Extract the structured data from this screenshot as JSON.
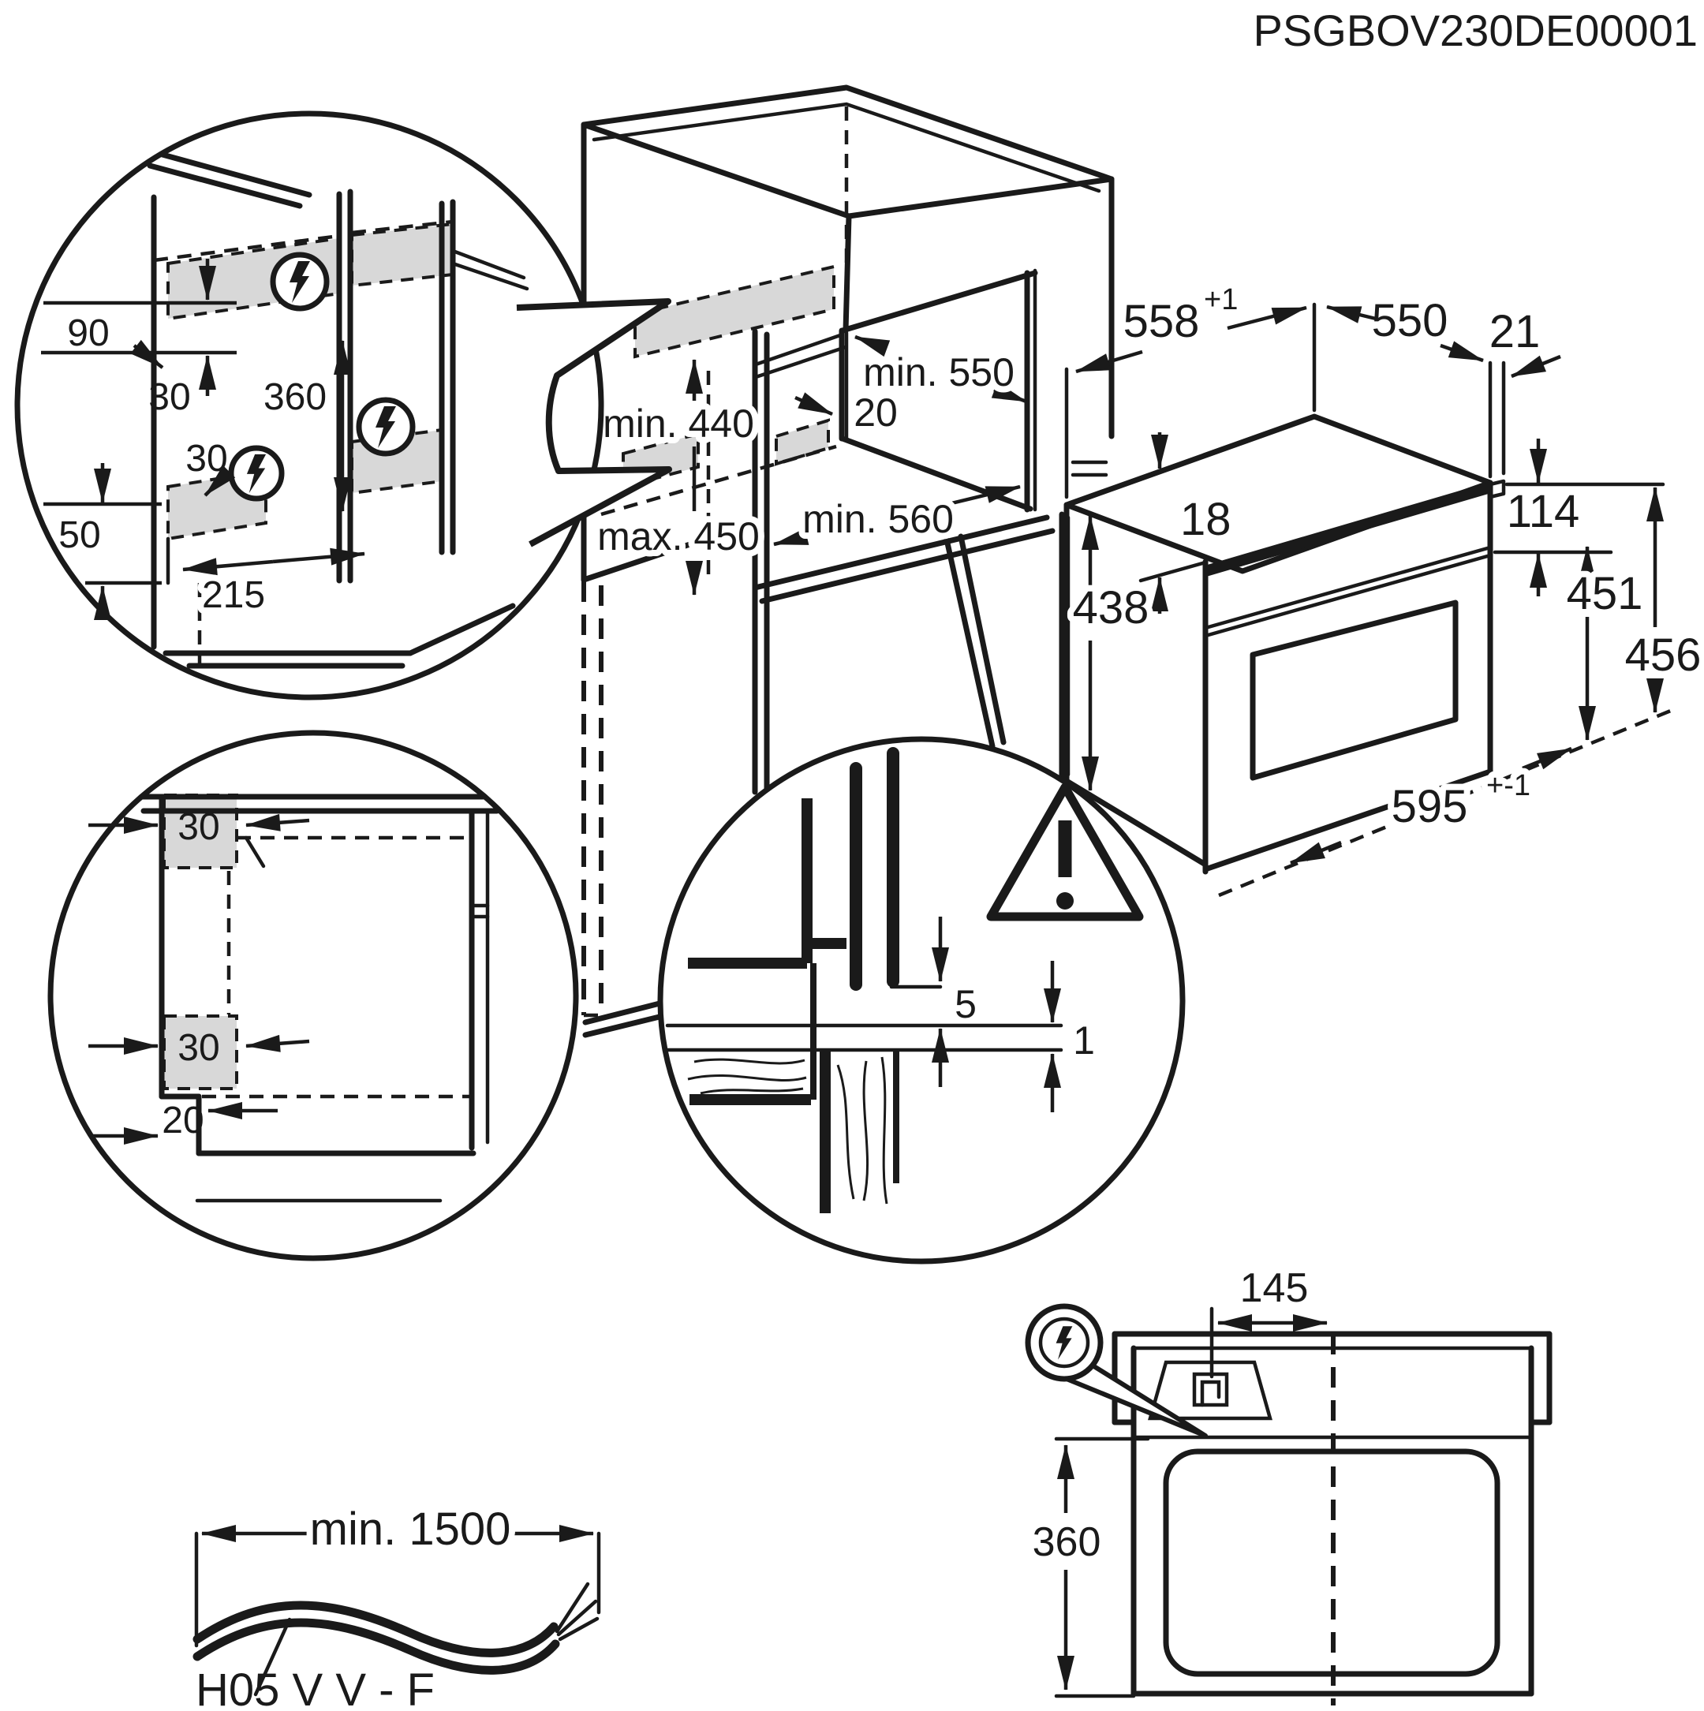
{
  "title": "PSGBOV230DE00001",
  "side_detail": {
    "top_gap": "90",
    "front_inset_top": "30",
    "zone_distance": "360",
    "front_inset_bottom": "30",
    "bottom_gap": "50",
    "zone_depth": "215"
  },
  "cabinet": {
    "niche_height_min": "min. 440",
    "niche_height_max": "max. 450",
    "niche_depth_min": "min. 550",
    "rear_gap": "20",
    "base_depth_min": "min. 560"
  },
  "oven": {
    "cutout_width": "558",
    "cutout_width_tol": "+1",
    "depth": "550",
    "front_overhang": "21",
    "top_clearance": "18",
    "panel_height": "114",
    "body_height": "438",
    "front_height": "451",
    "total_height": "456",
    "front_width": "595",
    "front_width_tol": "+-1"
  },
  "plan_detail": {
    "side_inset_front": "30",
    "side_inset_rear": "30",
    "rear_step": "20"
  },
  "gap_detail": {
    "upper_gap": "5",
    "lower_gap": "1"
  },
  "top_view": {
    "connection_offset": "145",
    "connection_depth": "360"
  },
  "power_cord": {
    "min_length": "min. 1500",
    "cable_type": "H05 V V - F"
  },
  "icons": {
    "electrical": "lightning-bolt",
    "caution": "warning-triangle"
  }
}
